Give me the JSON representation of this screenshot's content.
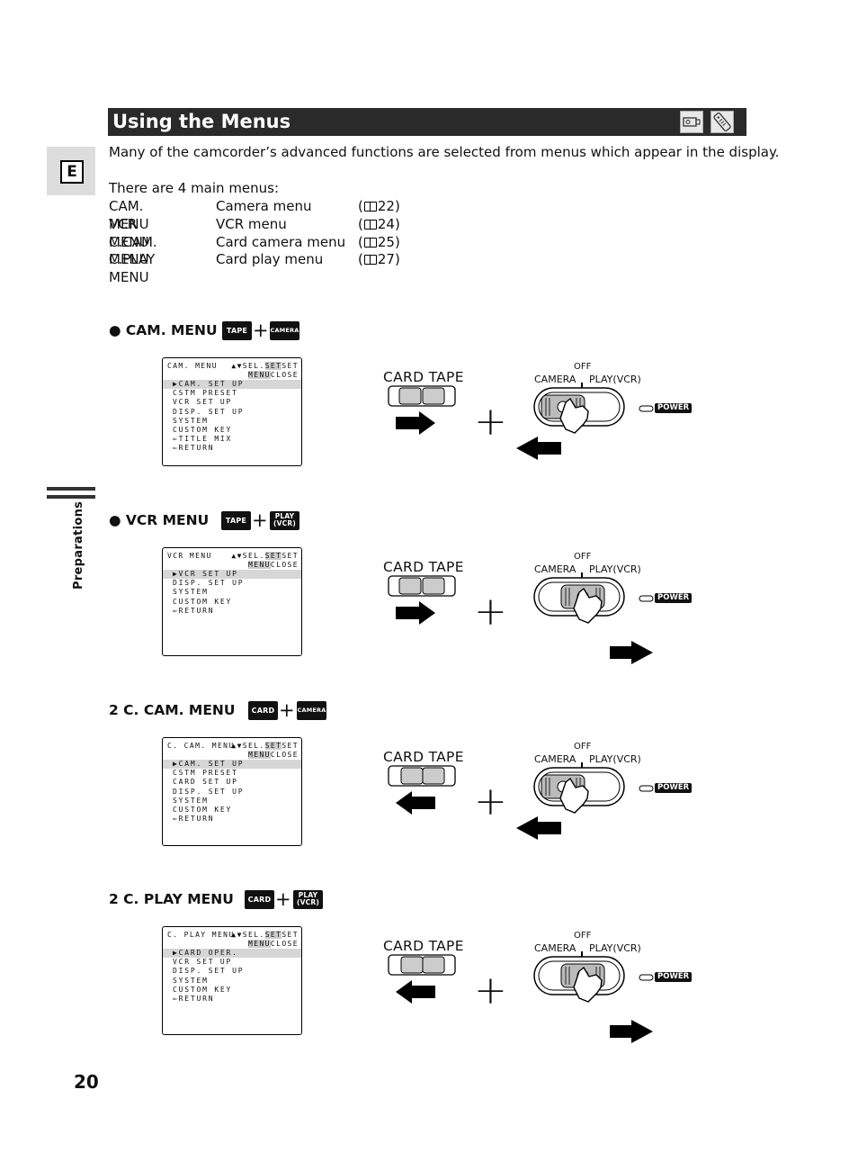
{
  "header": {
    "title": "Using the Menus",
    "icons": [
      "camera-mode-icon",
      "remote-control-icon"
    ]
  },
  "tab": {
    "letter": "E"
  },
  "intro": {
    "line1": "Many of the camcorder’s advanced functions are selected from menus which appear in the display.",
    "line2": "There are 4 main menus:"
  },
  "menus_table": [
    {
      "name": "CAM. MENU",
      "desc": "Camera menu",
      "open": "(",
      "page": "22)"
    },
    {
      "name": "VCR MENU",
      "desc": "VCR menu",
      "open": "(",
      "page": "24)"
    },
    {
      "name": "C.CAM. MENU",
      "desc": "Card camera menu",
      "open": "(",
      "page": "25)"
    },
    {
      "name": "C.PLAY MENU",
      "desc": "Card play menu",
      "open": "(",
      "page": "27)"
    }
  ],
  "side_label": "Preparations",
  "page_number": "20",
  "screen_keys": {
    "row1_a": "▲▼SEL.",
    "row1_b": "SET",
    "row1_c": "SET",
    "row2_a": "MENU",
    "row2_b": "CLOSE"
  },
  "diagram_labels": {
    "card": "CARD",
    "tape": "TAPE",
    "off": "OFF",
    "camera": "CAMERA",
    "play_vcr": "PLAY(VCR)",
    "power": "POWER",
    "plus": "+"
  },
  "sections": [
    {
      "heading": "● CAM. MENU",
      "badge1": "TAPE",
      "badge2_line1": "CAMERA",
      "badge2_line2": "",
      "screen_title": "CAM. MENU",
      "items": [
        "▶CAM. SET UP",
        "CSTM PRESET",
        "VCR SET UP",
        "DISP. SET UP",
        "SYSTEM",
        "CUSTOM KEY",
        "⇐TITLE MIX",
        "⇐RETURN"
      ],
      "slider": "right",
      "dial": "camera"
    },
    {
      "heading": "● VCR MENU",
      "badge1": "TAPE",
      "badge2_line1": "PLAY",
      "badge2_line2": "(VCR)",
      "screen_title": "VCR MENU",
      "items": [
        "▶VCR SET UP",
        "DISP. SET UP",
        "SYSTEM",
        "CUSTOM KEY",
        "⇐RETURN"
      ],
      "slider": "right",
      "dial": "play"
    },
    {
      "heading": "2 C. CAM. MENU",
      "badge1": "CARD",
      "badge2_line1": "CAMERA",
      "badge2_line2": "",
      "screen_title": "C. CAM. MENU",
      "items": [
        "▶CAM. SET UP",
        "CSTM PRESET",
        "CARD SET UP",
        "DISP. SET UP",
        "SYSTEM",
        "CUSTOM KEY",
        "⇐RETURN"
      ],
      "slider": "left",
      "dial": "camera"
    },
    {
      "heading": "2 C. PLAY MENU",
      "badge1": "CARD",
      "badge2_line1": "PLAY",
      "badge2_line2": "(VCR)",
      "screen_title": "C. PLAY MENU",
      "items": [
        "▶CARD OPER.",
        "VCR SET UP",
        "DISP. SET UP",
        "SYSTEM",
        "CUSTOM KEY",
        "⇐RETURN"
      ],
      "slider": "left",
      "dial": "play"
    }
  ]
}
